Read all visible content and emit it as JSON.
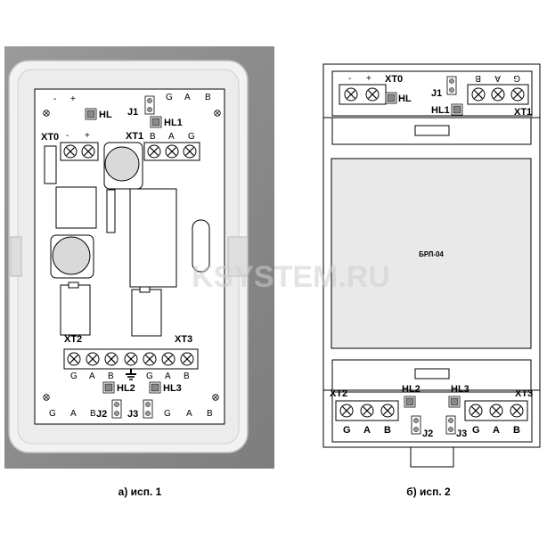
{
  "variant1": {
    "caption": "а) исп. 1",
    "top_pins": [
      "-",
      "+"
    ],
    "top_right_pins": [
      "G",
      "A",
      "B"
    ],
    "xt0": {
      "label": "XT0",
      "pins": [
        "-",
        "+"
      ]
    },
    "xt1": {
      "label": "XT1",
      "pins": [
        "B",
        "A",
        "G"
      ]
    },
    "xt2": {
      "label": "XT2",
      "pins": [
        "G",
        "A",
        "B"
      ]
    },
    "xt3": {
      "label": "XT3",
      "pins": [
        "G",
        "A",
        "B"
      ]
    },
    "hl": "HL",
    "hl1": "HL1",
    "hl2": "HL2",
    "hl3": "HL3",
    "j1": "J1",
    "j2": "J2",
    "j3": "J3",
    "bottom_pins": [
      "G",
      "A",
      "B",
      "G",
      "A",
      "B"
    ]
  },
  "variant2": {
    "caption": "б) исп. 2",
    "device_label": "БРЛ-04",
    "xt0": {
      "label": "XT0",
      "pins": [
        "-",
        "+"
      ]
    },
    "xt1": {
      "label": "XT1",
      "pins": [
        "B",
        "A",
        "G"
      ]
    },
    "xt2": {
      "label": "XT2",
      "pins": [
        "G",
        "A",
        "B"
      ]
    },
    "xt3": {
      "label": "XT3",
      "pins": [
        "G",
        "A",
        "B"
      ]
    },
    "hl": "HL",
    "hl1": "HL1",
    "hl2": "HL2",
    "hl3": "HL3",
    "j1": "J1",
    "j2": "J2",
    "j3": "J3"
  },
  "watermark": "KSYSTEM.RU"
}
